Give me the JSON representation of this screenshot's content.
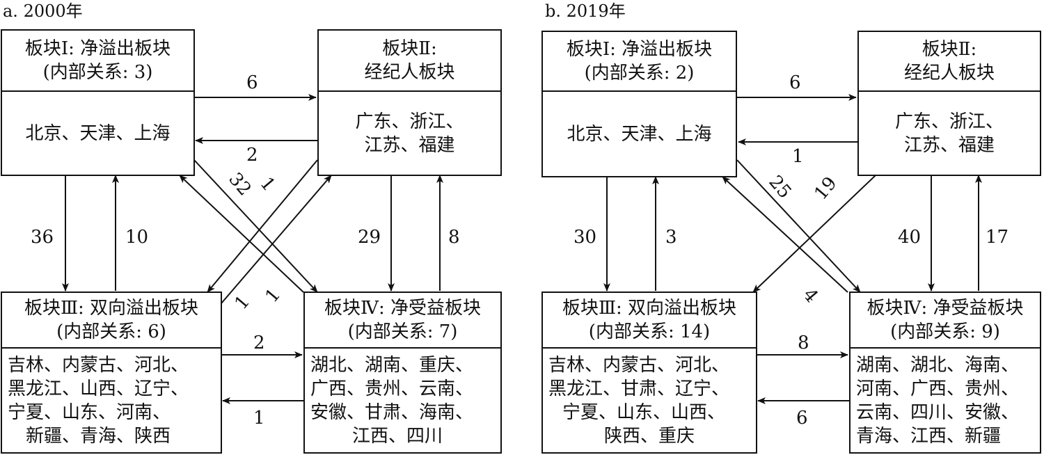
{
  "panels": [
    {
      "title": "a. 2000年",
      "blocks": {
        "b1": {
          "title": "板块Ⅰ: 净溢出板块",
          "sub": "(内部关系: 3)",
          "members": [
            "北京、天津、上海"
          ]
        },
        "b2": {
          "title": "板块Ⅱ:",
          "sub": "经纪人板块",
          "members": [
            "广东、浙江、",
            "江苏、福建"
          ]
        },
        "b3": {
          "title": "板块Ⅲ: 双向溢出板块",
          "sub": "(内部关系: 6)",
          "members": [
            "吉林、内蒙古、河北、",
            "黑龙江、山西、辽宁、",
            "宁夏、山东、河南、",
            "新疆、青海、陕西"
          ]
        },
        "b4": {
          "title": "板块Ⅳ: 净受益板块",
          "sub": "(内部关系: 7)",
          "members": [
            "湖北、湖南、重庆、",
            "广西、贵州、云南、",
            "安徽、甘肃、海南、",
            "江西、四川"
          ]
        }
      },
      "flows": {
        "b1_b2": 6,
        "b2_b1": 2,
        "b1_b3": 36,
        "b3_b1": 10,
        "b1_b4": 32,
        "b4_b1": 1,
        "b2_b3": 1,
        "b3_b2": 1,
        "b2_b4": 29,
        "b4_b2": 8,
        "b3_b4": 2,
        "b4_b3": 1
      }
    },
    {
      "title": "b. 2019年",
      "blocks": {
        "b1": {
          "title": "板块Ⅰ: 净溢出板块",
          "sub": "(内部关系: 2)",
          "members": [
            "北京、天津、上海"
          ]
        },
        "b2": {
          "title": "板块Ⅱ:",
          "sub": "经纪人板块",
          "members": [
            "广东、浙江、",
            "江苏、福建"
          ]
        },
        "b3": {
          "title": "板块Ⅲ: 双向溢出板块",
          "sub": "(内部关系: 14)",
          "members": [
            "吉林、内蒙古、河北、",
            "黑龙江、甘肃、辽宁、",
            "宁夏、山东、山西、",
            "陕西、重庆"
          ]
        },
        "b4": {
          "title": "板块Ⅳ: 净受益板块",
          "sub": "(内部关系: 9)",
          "members": [
            "湖南、湖北、海南、",
            "河南、广西、贵州、",
            "云南、四川、安徽、",
            "青海、江西、新疆"
          ]
        }
      },
      "flows": {
        "b1_b2": 6,
        "b2_b1": 1,
        "b1_b3": 30,
        "b3_b1": 3,
        "b1_b4": 25,
        "b4_b1": 4,
        "b2_b3": 19,
        "b2_b4": 40,
        "b4_b2": 17,
        "b3_b4": 8,
        "b4_b3": 6
      }
    }
  ]
}
